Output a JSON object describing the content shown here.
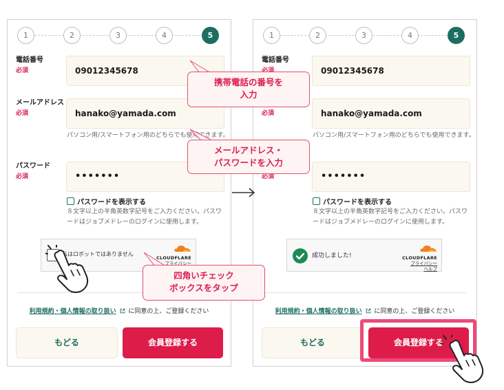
{
  "steps": [
    "1",
    "2",
    "3",
    "4",
    "5"
  ],
  "form": {
    "phone_label": "電話番号",
    "required": "必須",
    "phone_value": "09012345678",
    "email_label": "メールアドレス",
    "email_value": "hanako@yamada.com",
    "email_hint": "パソコン用/スマートフォン用のどちらでも使用できます。",
    "password_label": "パスワード",
    "password_value": "•••••••",
    "show_password": "パスワードを表示する",
    "password_hint": "８文字以上の半角英数字記号をご入力ください。パスワードはジョブメドレーのログインに使用します。"
  },
  "captcha": {
    "prompt": "私はロボットではありません",
    "success": "成功しました!",
    "brand": "CLOUDFLARE",
    "privacy": "プライバシー",
    "help": "ヘルプ"
  },
  "terms": {
    "link": "利用規約・個人情報の取り扱い",
    "rest": "に同意の上、ご登録ください"
  },
  "buttons": {
    "back": "もどる",
    "submit": "会員登録する"
  },
  "callouts": {
    "phone": [
      "携帯電話の番号を",
      "入力"
    ],
    "email_password": [
      "メールアドレス・",
      "パスワードを入力"
    ],
    "checkbox": [
      "四角いチェック",
      "ボックスをタップ"
    ]
  },
  "colors": {
    "accent": "#1c6e62",
    "submit": "#de1c4a",
    "required": "#d9204f",
    "callout_text": "#dd1e50",
    "highlight": "#ee4a78",
    "success": "#1e8a53"
  },
  "icons": [
    "external-link-icon",
    "hand-pointer-icon",
    "checkmark-icon",
    "cloudflare-cloud-icon",
    "arrow-right-icon"
  ]
}
